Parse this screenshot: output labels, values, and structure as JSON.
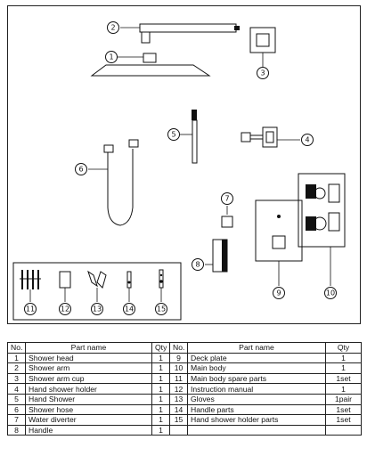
{
  "diagram": {
    "callouts": [
      "1",
      "2",
      "3",
      "4",
      "5",
      "6",
      "7",
      "8",
      "9",
      "10",
      "11",
      "12",
      "13",
      "14",
      "15"
    ]
  },
  "table": {
    "headers": {
      "no": "No.",
      "part_name": "Part name",
      "qty": "Qty"
    },
    "rows": [
      {
        "left": {
          "no": "1",
          "name": "Shower head",
          "qty": "1"
        },
        "right": {
          "no": "9",
          "name": "Deck plate",
          "qty": "1"
        }
      },
      {
        "left": {
          "no": "2",
          "name": "Shower arm",
          "qty": "1"
        },
        "right": {
          "no": "10",
          "name": "Main body",
          "qty": "1"
        }
      },
      {
        "left": {
          "no": "3",
          "name": "Shower arm cup",
          "qty": "1"
        },
        "right": {
          "no": "11",
          "name": "Main body spare parts",
          "qty": "1set"
        }
      },
      {
        "left": {
          "no": "4",
          "name": "Hand shower holder",
          "qty": "1"
        },
        "right": {
          "no": "12",
          "name": "Instruction manual",
          "qty": "1"
        }
      },
      {
        "left": {
          "no": "5",
          "name": "Hand Shower",
          "qty": "1"
        },
        "right": {
          "no": "13",
          "name": "Gloves",
          "qty": "1pair"
        }
      },
      {
        "left": {
          "no": "6",
          "name": "Shower hose",
          "qty": "1"
        },
        "right": {
          "no": "14",
          "name": "Handle parts",
          "qty": "1set"
        }
      },
      {
        "left": {
          "no": "7",
          "name": "Water diverter",
          "qty": "1"
        },
        "right": {
          "no": "15",
          "name": "Hand shower holder parts",
          "qty": "1set"
        }
      },
      {
        "left": {
          "no": "8",
          "name": "Handle",
          "qty": "1"
        },
        "right": {
          "no": "",
          "name": "",
          "qty": ""
        }
      }
    ]
  }
}
